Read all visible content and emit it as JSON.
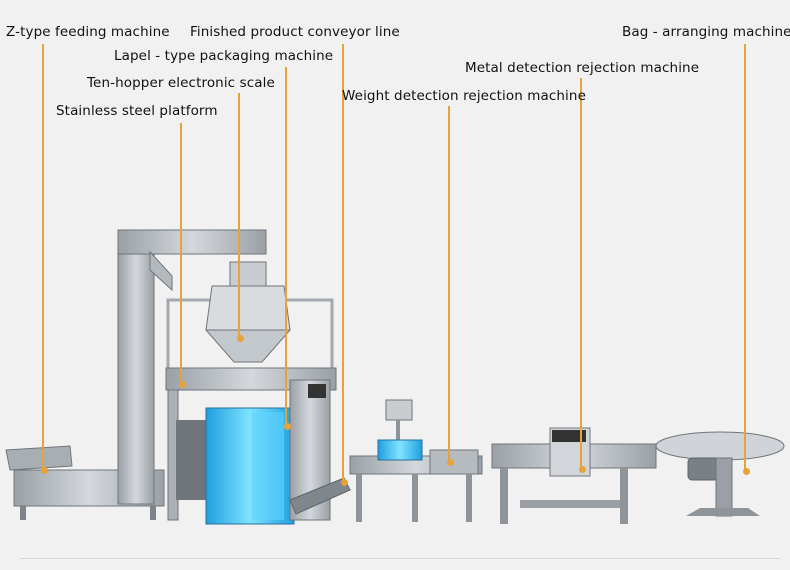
{
  "labels": {
    "ztype": "Z-type feeding machine",
    "conveyor": "Finished product conveyor line",
    "bag": "Bag - arranging machine",
    "lapel": "Lapel - type packaging machine",
    "metal": "Metal detection rejection machine",
    "tenhopper": "Ten-hopper electronic scale",
    "weight": "Weight detection rejection machine",
    "steel": "Stainless steel platform"
  },
  "colors": {
    "leader": "#e8a23a",
    "background": "#f1f1f1",
    "steel": "#b9bec3",
    "steel_dark": "#8e949a",
    "glass_blue": "#3fc6f2"
  }
}
